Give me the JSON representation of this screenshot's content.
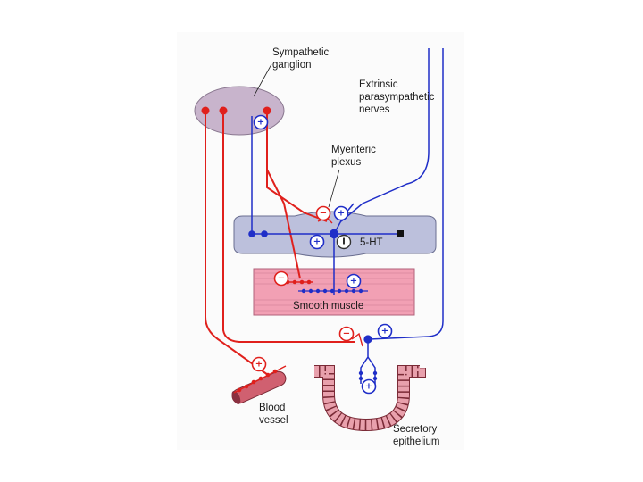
{
  "labels": {
    "sympathetic_ganglion": [
      "Sympathetic",
      "ganglion"
    ],
    "extrinsic_parasympathetic_nerves": [
      "Extrinsic",
      "parasympathetic",
      "nerves"
    ],
    "myenteric_plexus": [
      "Myenteric",
      "plexus"
    ],
    "serotonin": "5-HT",
    "smooth_muscle": "Smooth muscle",
    "blood_vessel": [
      "Blood",
      "vessel"
    ],
    "secretory_epithelium": [
      "Secretory",
      "epithelium"
    ]
  },
  "signs": {
    "excitatory": "+",
    "inhibitory": "−",
    "interneuron": "I"
  },
  "colors": {
    "sympathetic": "#e0201c",
    "parasympathetic": "#1f2ec8",
    "ganglion_fill": "#c8b4cc",
    "plexus_fill": "#bcc0dc",
    "muscle_fill": "#f2a0b4",
    "epithelium_fill": "#e8a0ac",
    "vessel_fill": "#d06070"
  }
}
